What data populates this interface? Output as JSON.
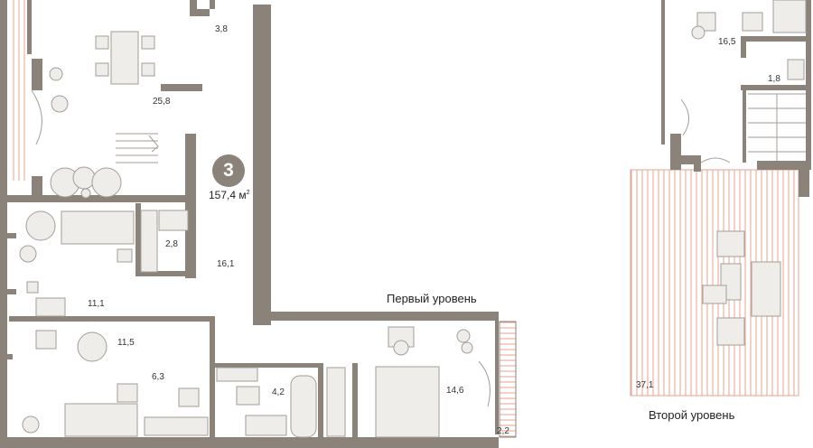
{
  "plan": {
    "rooms_count": "3",
    "total_area": "157,4",
    "area_unit": "м",
    "area_unit_sup": "2",
    "colors": {
      "wall": "#8b837a",
      "furniture_fill": "#efedea",
      "furniture_stroke": "#a39d96",
      "terrace_hatch": "#e9a08f"
    },
    "level1": {
      "title": "Первый уровень",
      "rooms": {
        "kitchen_living": "25,8",
        "storage_top": "3,8",
        "wardrobe": "2,8",
        "hall": "16,1",
        "bedroom_left": "11,1",
        "bedroom_child": "11,5",
        "corridor": "6,3",
        "bathroom": "4,2",
        "master_bedroom": "14,6",
        "balcony": "2,2"
      }
    },
    "level2": {
      "title": "Второй уровень",
      "rooms": {
        "living_upper": "16,5",
        "wc_upper": "1,8",
        "terrace": "37,1"
      }
    }
  }
}
